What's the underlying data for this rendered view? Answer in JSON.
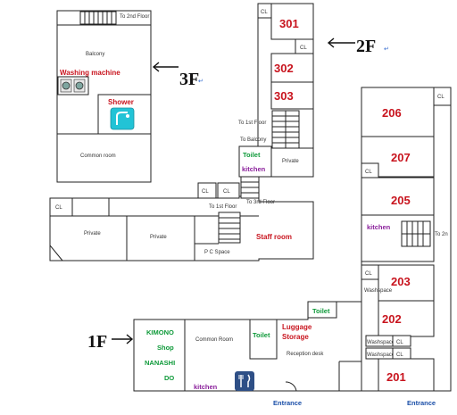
{
  "floors": {
    "third": "3F",
    "second": "2F",
    "first": "1F"
  },
  "third_floor": {
    "to_2nd_floor": "To 2nd Floor",
    "balcony": "Balcony",
    "washing_machine": "Washing machine",
    "shower": "Shower",
    "common_room": "Common room"
  },
  "second_floor": {
    "cl": "CL",
    "rooms": [
      "301",
      "302",
      "303"
    ],
    "to_1st_floor": "To 1st Floor",
    "to_balcony": "To Balcony",
    "toilet": "Toilet",
    "kitchen": "kitchen",
    "private": "Private",
    "to_3rd_floor": "To 3rd Floor",
    "staff_room": "Staff room",
    "pc_space": "P C Space"
  },
  "right_wing": {
    "rooms": [
      "206",
      "207",
      "205",
      "203",
      "202",
      "201"
    ],
    "kitchen": "kitchen",
    "to_2n": "To 2n",
    "washspace": "Washspace",
    "cl": "CL"
  },
  "first_floor": {
    "shop_lines": [
      "KIMONO",
      "Shop",
      "NANASHI",
      "DO"
    ],
    "common_room": "Common Room",
    "toilet": "Toilet",
    "kitchen": "kitchen",
    "luggage_lines": [
      "Luggage",
      "Storage"
    ],
    "reception": "Reception desk",
    "entrance": "Entrance"
  },
  "colors": {
    "room_number": "#c8141e",
    "green_label": "#0f9a3a",
    "purple_label": "#8a1f9b",
    "blue_label": "#1b4fa8",
    "shower_tile": "#22c3d6",
    "kitchen_icon": "#2e4f86"
  },
  "icons": [
    "washing-machine-icon",
    "shower-icon",
    "kitchen-utensils-icon",
    "floor-arrow-icon",
    "return-mark-icon"
  ]
}
